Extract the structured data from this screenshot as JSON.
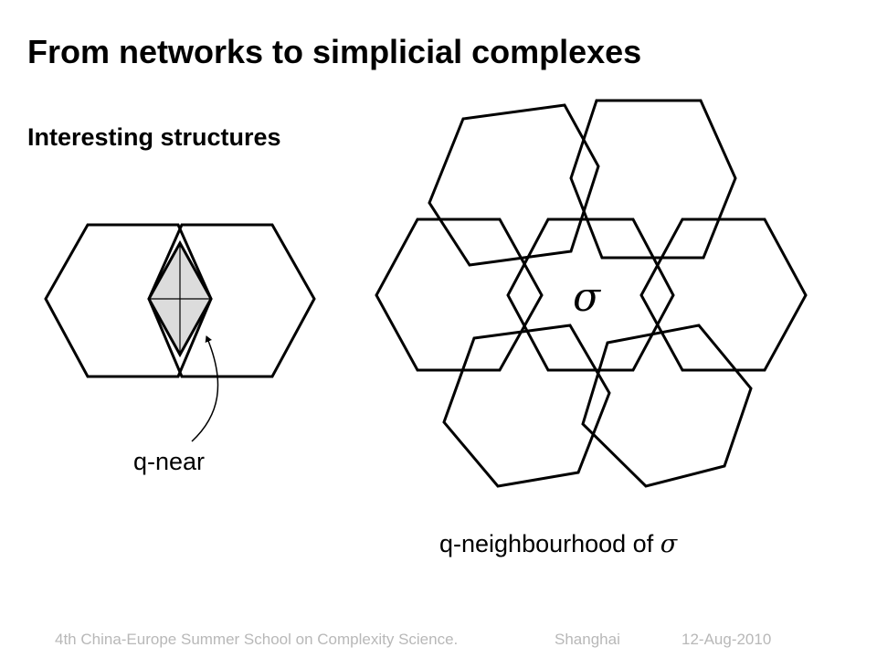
{
  "slide": {
    "title": "From networks to simplicial complexes",
    "subtitle": "Interesting structures"
  },
  "diagram": {
    "near_label": "q-near",
    "neighbourhood_label": "q-neighbourhood of",
    "sigma_symbol": "σ",
    "shared_face_fill": "#dcdcdc",
    "stroke_color": "#000000"
  },
  "footer": {
    "event": "4th China-Europe Summer School on Complexity Science.",
    "location": "Shanghai",
    "date": "12-Aug-2010",
    "color": "#b8b8b8"
  }
}
